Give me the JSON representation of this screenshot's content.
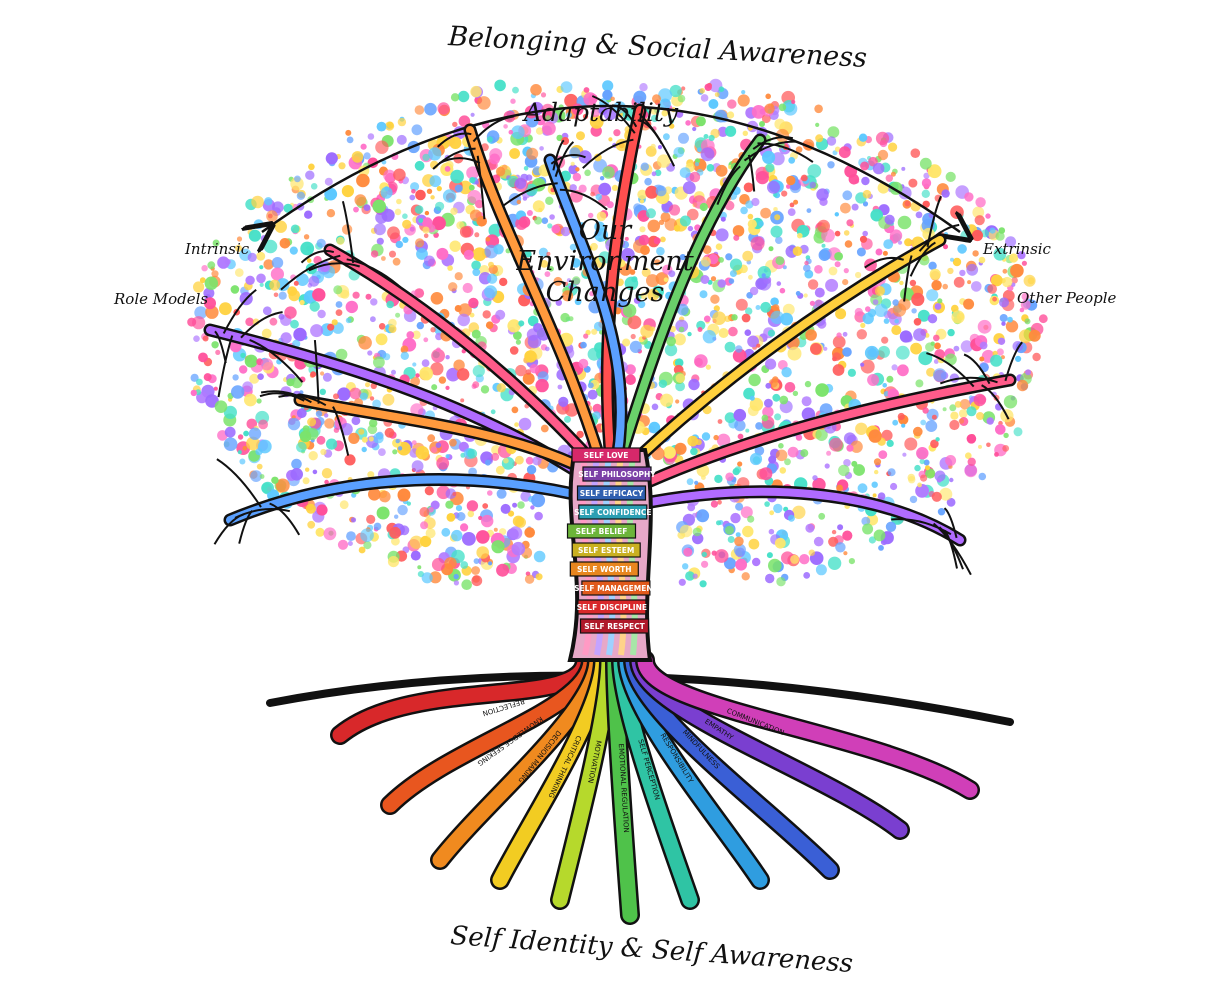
{
  "labels": {
    "top_arc": "Belonging & Social Awareness",
    "canopy_top": "Adaptability",
    "center_lines": [
      "Our",
      "Environment",
      "Changes"
    ],
    "left_1": "Intrinsic",
    "left_2": "Role Models",
    "right_1": "Extrinsic",
    "right_2": "Other People",
    "bottom": "Self Identity & Self Awareness"
  },
  "trunk_tags": [
    {
      "text": "SELF LOVE",
      "color": "#d6286a"
    },
    {
      "text": "SELF PHILOSOPHY",
      "color": "#7b3fa6"
    },
    {
      "text": "SELF EFFICACY",
      "color": "#2f5fb0"
    },
    {
      "text": "SELF CONFIDENCE",
      "color": "#2c9fb3"
    },
    {
      "text": "SELF BELIEF",
      "color": "#6cb43a"
    },
    {
      "text": "SELF ESTEEM",
      "color": "#c9b021"
    },
    {
      "text": "SELF WORTH",
      "color": "#e8861f"
    },
    {
      "text": "SELF MANAGEMENT",
      "color": "#e05a1c"
    },
    {
      "text": "SELF DISCIPLINE",
      "color": "#d8282a"
    },
    {
      "text": "SELF RESPECT",
      "color": "#b0192a"
    }
  ],
  "root_labels": [
    {
      "text": "REFLECTION",
      "color": "#d8282a"
    },
    {
      "text": "KNOWLEDGE SEEKING",
      "color": "#e8561f"
    },
    {
      "text": "DECISION MAKING",
      "color": "#f08a1f"
    },
    {
      "text": "CRITICAL THINKING",
      "color": "#f2cc22"
    },
    {
      "text": "MOTIVATION",
      "color": "#b6d92c"
    },
    {
      "text": "EMOTIONAL REGULATION",
      "color": "#4fc24a"
    },
    {
      "text": "SELF PERCEPTION",
      "color": "#2fc4a4"
    },
    {
      "text": "RESPONSIBILITY",
      "color": "#2f9de0"
    },
    {
      "text": "MINDFULNESS",
      "color": "#3a5fd6"
    },
    {
      "text": "EMPATHY",
      "color": "#7a3fd0"
    },
    {
      "text": "COMMUNICATION",
      "color": "#d03fb8"
    }
  ],
  "palette": [
    "#ff4f9a",
    "#ffd23f",
    "#5cc8ff",
    "#7be36b",
    "#b17bff",
    "#ff8a3d",
    "#ff5b5b",
    "#45e0c8",
    "#ffe66b",
    "#9c6bff",
    "#ff6ec7",
    "#66a3ff"
  ]
}
